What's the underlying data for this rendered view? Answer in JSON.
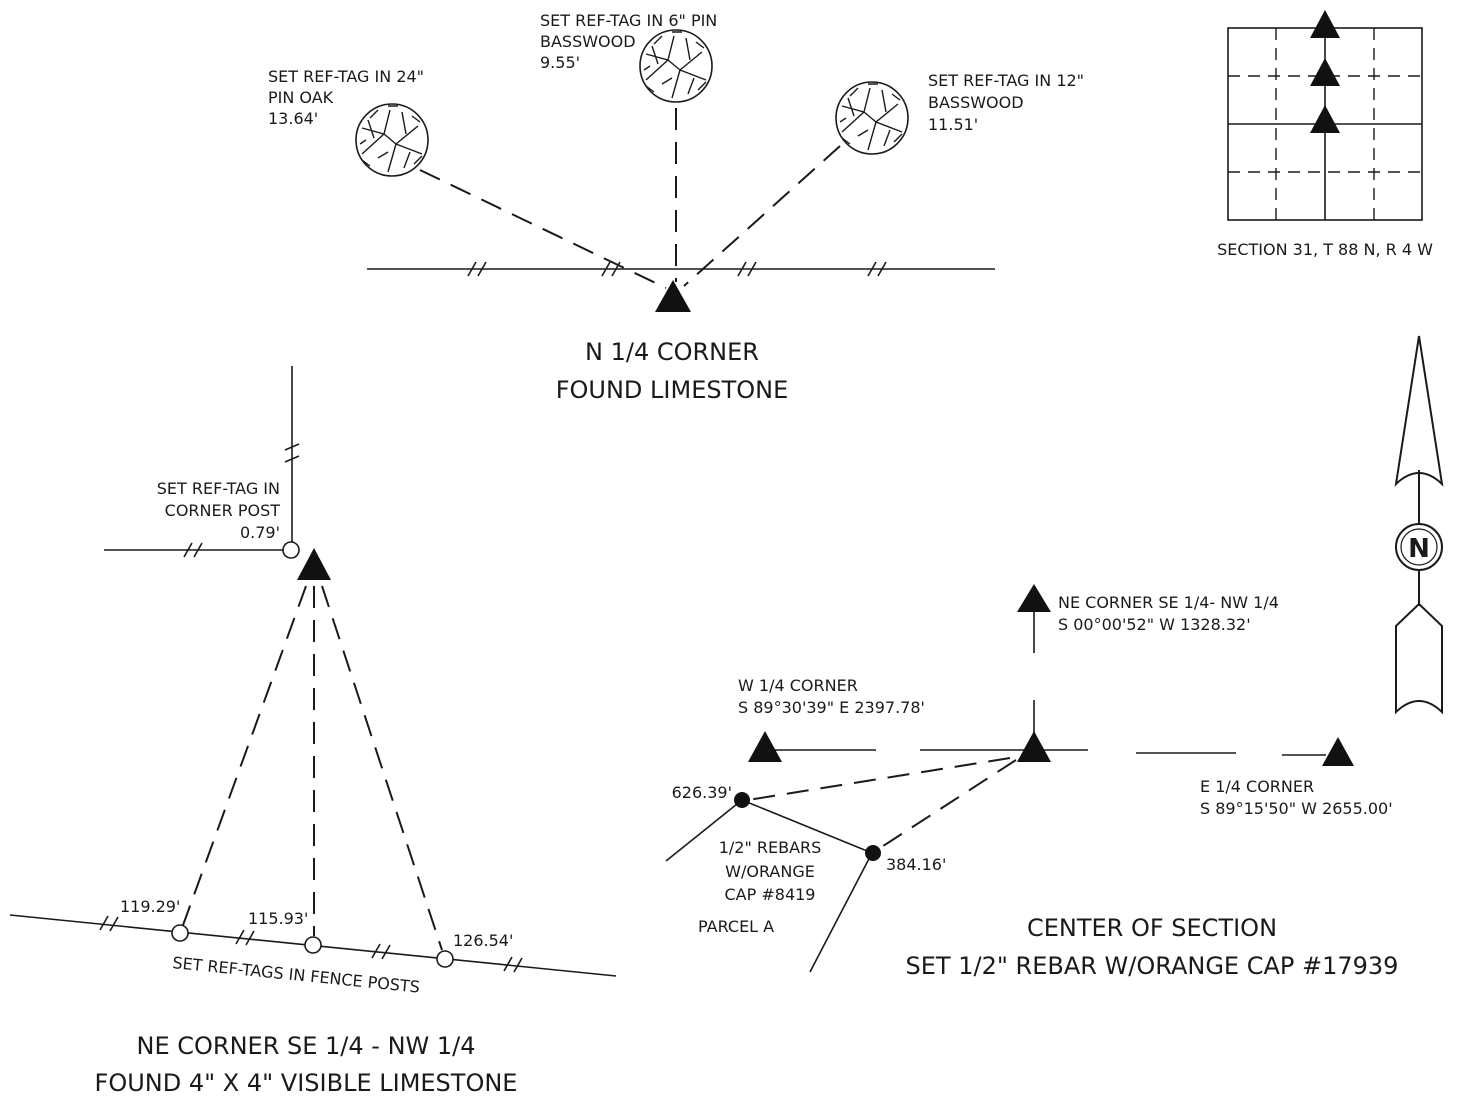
{
  "n_quarter_corner": {
    "title_line1": "N 1/4 CORNER",
    "title_line2": "FOUND LIMESTONE",
    "trees": [
      {
        "label_line1": "SET REF-TAG IN 24\"",
        "label_line2": "PIN OAK",
        "distance": "13.64'"
      },
      {
        "label_line1": "SET REF-TAG IN 6\" PIN",
        "label_line2": "BASSWOOD",
        "distance": "9.55'"
      },
      {
        "label_line1": "SET REF-TAG IN 12\"",
        "label_line2": "BASSWOOD",
        "distance": "11.51'"
      }
    ]
  },
  "section_diagram": {
    "caption": "SECTION 31, T 88 N, R 4 W"
  },
  "north_arrow": {
    "symbol": "N"
  },
  "ne_corner_se_nw": {
    "title_line1": "NE CORNER SE 1/4 - NW 1/4",
    "title_line2": "FOUND 4\" X 4\" VISIBLE LIMESTONE",
    "corner_post": {
      "label_line1": "SET REF-TAG IN",
      "label_line2": "CORNER POST",
      "distance": "0.79'"
    },
    "fence_posts_label": "SET REF-TAGS IN FENCE POSTS",
    "fence_posts": [
      "119.29'",
      "115.93'",
      "126.54'"
    ]
  },
  "center_of_section": {
    "title_line1": "CENTER OF SECTION",
    "title_line2": "SET 1/2\" REBAR W/ORANGE CAP #17939",
    "north_ref": {
      "label": "NE CORNER SE 1/4- NW 1/4",
      "bearing": "S 00°00'52\" W  1328.32'"
    },
    "west_ref": {
      "label": "W 1/4 CORNER",
      "bearing": "S 89°30'39\" E  2397.78'"
    },
    "east_ref": {
      "label": "E 1/4 CORNER",
      "bearing": "S 89°15'50\" W  2655.00'"
    },
    "rebar_distances": [
      "626.39'",
      "384.16'"
    ],
    "rebar_label_lines": [
      "1/2\" REBARS",
      "W/ORANGE",
      "CAP #8419"
    ],
    "parcel_label": "PARCEL A"
  }
}
